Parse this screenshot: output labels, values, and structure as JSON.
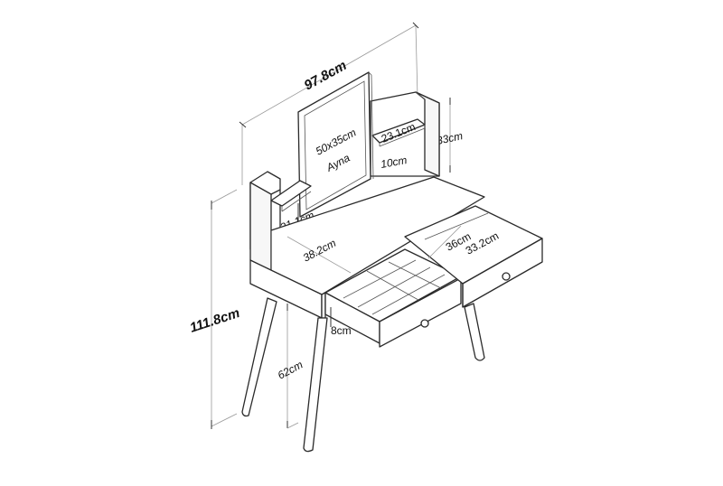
{
  "drawing": {
    "subject": "vanity desk with mirror and drawers",
    "line_color": "#2a2a2a",
    "dimension_line_color": "#9a9a9a",
    "background": "#ffffff"
  },
  "dimensions": {
    "overall_width": "97.8cm",
    "overall_height": "111.8cm",
    "mirror_size": "50x35cm",
    "mirror_label": "Ayna",
    "shelf_depth": "23.1cm",
    "shelf_gap": "10cm",
    "upper_unit_height": "33cm",
    "side_shelf_height": "21.1cm",
    "desk_depth": "38.2cm",
    "drawer_inner_width": "36cm",
    "drawer_inner_depth": "33.2cm",
    "drawer_height": "8cm",
    "leg_height": "62cm"
  }
}
